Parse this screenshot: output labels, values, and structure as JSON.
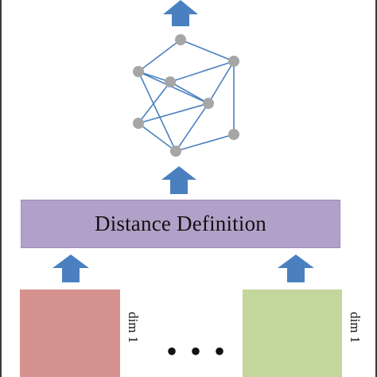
{
  "diagram": {
    "distance_box_label": "Distance Definition",
    "dim_label_left": "dim 1",
    "dim_label_right": "dim 1",
    "ellipsis": "• • •",
    "colors": {
      "arrow": "#4a80bf",
      "node": "#a6a6a6",
      "edge": "#4a80bf",
      "distance_box": "#b1a1c8",
      "left_block": "#d5928f",
      "right_block": "#c3d69b"
    },
    "graph": {
      "nodes": [
        "n1",
        "n2",
        "n3",
        "n4",
        "n5",
        "n6",
        "n7",
        "n8"
      ],
      "edges": [
        [
          "n1",
          "n2"
        ],
        [
          "n1",
          "n3"
        ],
        [
          "n2",
          "n4"
        ],
        [
          "n2",
          "n6"
        ],
        [
          "n2",
          "n5"
        ],
        [
          "n3",
          "n4"
        ],
        [
          "n3",
          "n5"
        ],
        [
          "n4",
          "n5"
        ],
        [
          "n4",
          "n7"
        ],
        [
          "n5",
          "n7"
        ],
        [
          "n3",
          "n8"
        ],
        [
          "n5",
          "n8"
        ],
        [
          "n6",
          "n8"
        ],
        [
          "n7",
          "n8"
        ]
      ]
    }
  }
}
